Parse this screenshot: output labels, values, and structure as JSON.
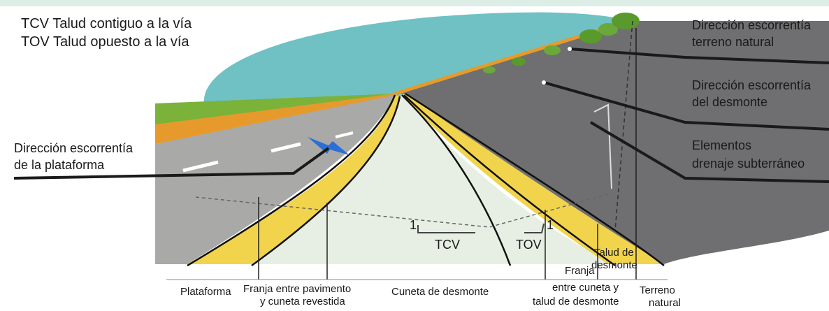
{
  "colors": {
    "top_bar": "#dceee6",
    "sky": "#6fc1c3",
    "grass": "#7bb23a",
    "orange_strip": "#e79a2c",
    "road": "#a9a9a7",
    "yellow": "#f1d44c",
    "ditch": "#e7efe4",
    "slope": "#6f6f71",
    "leader": "#1a1a1a"
  },
  "legend": {
    "tcv": "TCV Talud contiguo a la vía",
    "tov": "TOV Talud opuesto a la vía"
  },
  "callouts": {
    "terreno_l1": "Dirección escorrentía",
    "terreno_l2": "terreno natural",
    "desmonte_l1": "Dirección escorrentía",
    "desmonte_l2": "del desmonte",
    "drenaje_l1": "Elementos",
    "drenaje_l2": "drenaje subterráneo",
    "plataforma_l1": "Dirección escorrentía",
    "plataforma_l2": "de la plataforma"
  },
  "dimensions": {
    "tcv": "TCV",
    "tov": "TOV",
    "one_left": "1",
    "one_right": "1"
  },
  "bottom_labels": {
    "plataforma": "Plataforma",
    "franja_pav_l1": "Franja entre pavimento",
    "franja_pav_l2": "y cuneta revestida",
    "cuneta": "Cuneta de desmonte",
    "franja_l1": "Franja",
    "franja_l2": "entre cuneta y",
    "franja_l3": "talud de desmonte",
    "talud_l1": "Talud de",
    "talud_l2": "desmonte",
    "terreno_l1": "Terreno",
    "terreno_l2": "natural"
  }
}
